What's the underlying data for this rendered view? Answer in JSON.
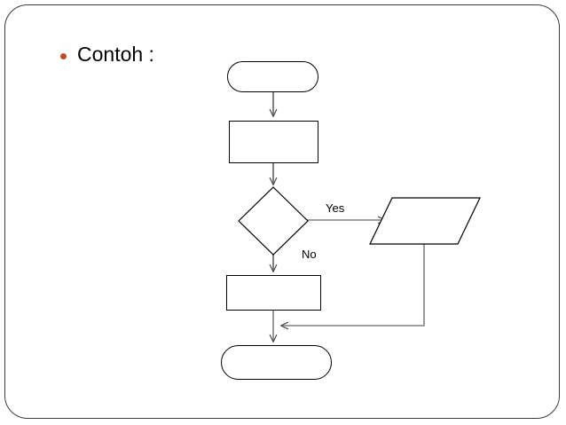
{
  "slide": {
    "background_color": "#ffffff",
    "frame_border_color": "#3a3a3a",
    "bullet_color": "#bf4b28",
    "heading": "Contoh :"
  },
  "flowchart": {
    "shape_outline_color": "#000000",
    "connector_color": "#808080",
    "nodes": [
      {
        "id": "start",
        "type": "terminal",
        "label": ""
      },
      {
        "id": "process1",
        "type": "process",
        "label": ""
      },
      {
        "id": "decision",
        "type": "decision",
        "label": ""
      },
      {
        "id": "output",
        "type": "input-output",
        "label": ""
      },
      {
        "id": "process2",
        "type": "process",
        "label": ""
      },
      {
        "id": "end",
        "type": "terminal",
        "label": ""
      }
    ],
    "edges": [
      {
        "from": "start",
        "to": "process1",
        "label": ""
      },
      {
        "from": "process1",
        "to": "decision",
        "label": ""
      },
      {
        "from": "decision",
        "to": "output",
        "label": "Yes"
      },
      {
        "from": "decision",
        "to": "process2",
        "label": "No"
      },
      {
        "from": "output",
        "to": "end",
        "label": ""
      },
      {
        "from": "process2",
        "to": "end",
        "label": ""
      }
    ],
    "labels": {
      "yes": "Yes",
      "no": "No"
    }
  }
}
